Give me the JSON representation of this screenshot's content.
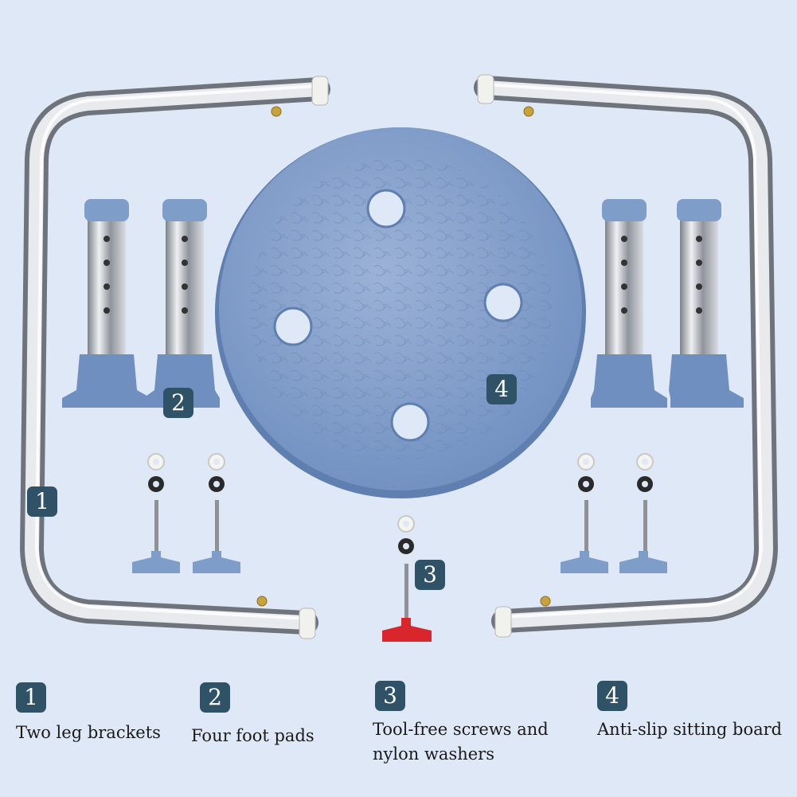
{
  "product_labels": [
    {
      "number": "1"
    },
    {
      "number": "2"
    },
    {
      "number": "3"
    },
    {
      "number": "4"
    }
  ],
  "legend": [
    {
      "number": "1",
      "text": "Two leg brackets"
    },
    {
      "number": "2",
      "text": "Four foot pads"
    },
    {
      "number": "3",
      "line1": "Tool-free screws and",
      "line2": "nylon washers"
    },
    {
      "number": "4",
      "text": "Anti-slip sitting board"
    }
  ],
  "colors": {
    "background": "#dfe8f6",
    "badge": "#2f5266",
    "plastic_blue": "#7f9dc9",
    "screw_red": "#d8262c",
    "chrome": "#c9ccd2"
  }
}
